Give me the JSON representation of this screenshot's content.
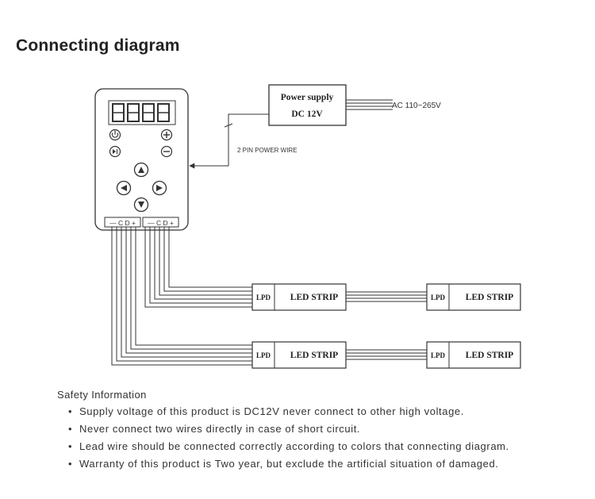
{
  "title": "Connecting diagram",
  "diagram": {
    "power_supply": {
      "line1": "Power supply",
      "line2": "DC 12V"
    },
    "ac_label": "AC 110~265V",
    "wire_label": "2 PIN POWER WIRE",
    "connector_label": "— C D +",
    "led_strips": [
      {
        "lpd": "LPD",
        "label": "LED STRIP"
      },
      {
        "lpd": "LPD",
        "label": "LED STRIP"
      },
      {
        "lpd": "LPD",
        "label": "LED STRIP"
      },
      {
        "lpd": "LPD",
        "label": "LED STRIP"
      }
    ]
  },
  "safety": {
    "heading": "Safety Information",
    "bullet": "•",
    "items": [
      "Supply voltage of this product is DC12V never connect to other high voltage.",
      "Never connect two wires directly in case of short circuit.",
      "Lead wire should be connected correctly according to colors that connecting diagram.",
      "Warranty of this product is Two year, but exclude the artificial situation of damaged."
    ]
  }
}
